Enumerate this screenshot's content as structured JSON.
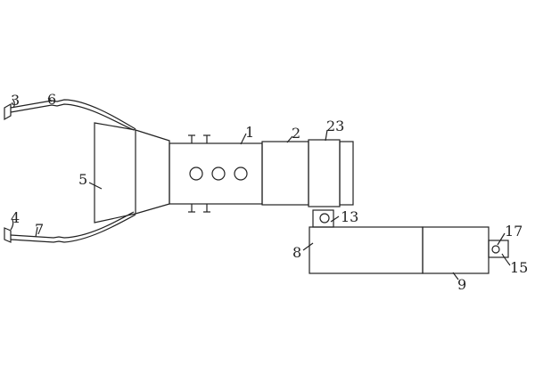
{
  "colors": {
    "line": "#222222",
    "background": "#ffffff"
  },
  "labels": {
    "l1": "1",
    "l2": "2",
    "l3": "3",
    "l4": "4",
    "l5": "5",
    "l6": "6",
    "l7": "7",
    "l8": "8",
    "l9": "9",
    "l13": "13",
    "l15": "15",
    "l17": "17",
    "l23": "23"
  }
}
